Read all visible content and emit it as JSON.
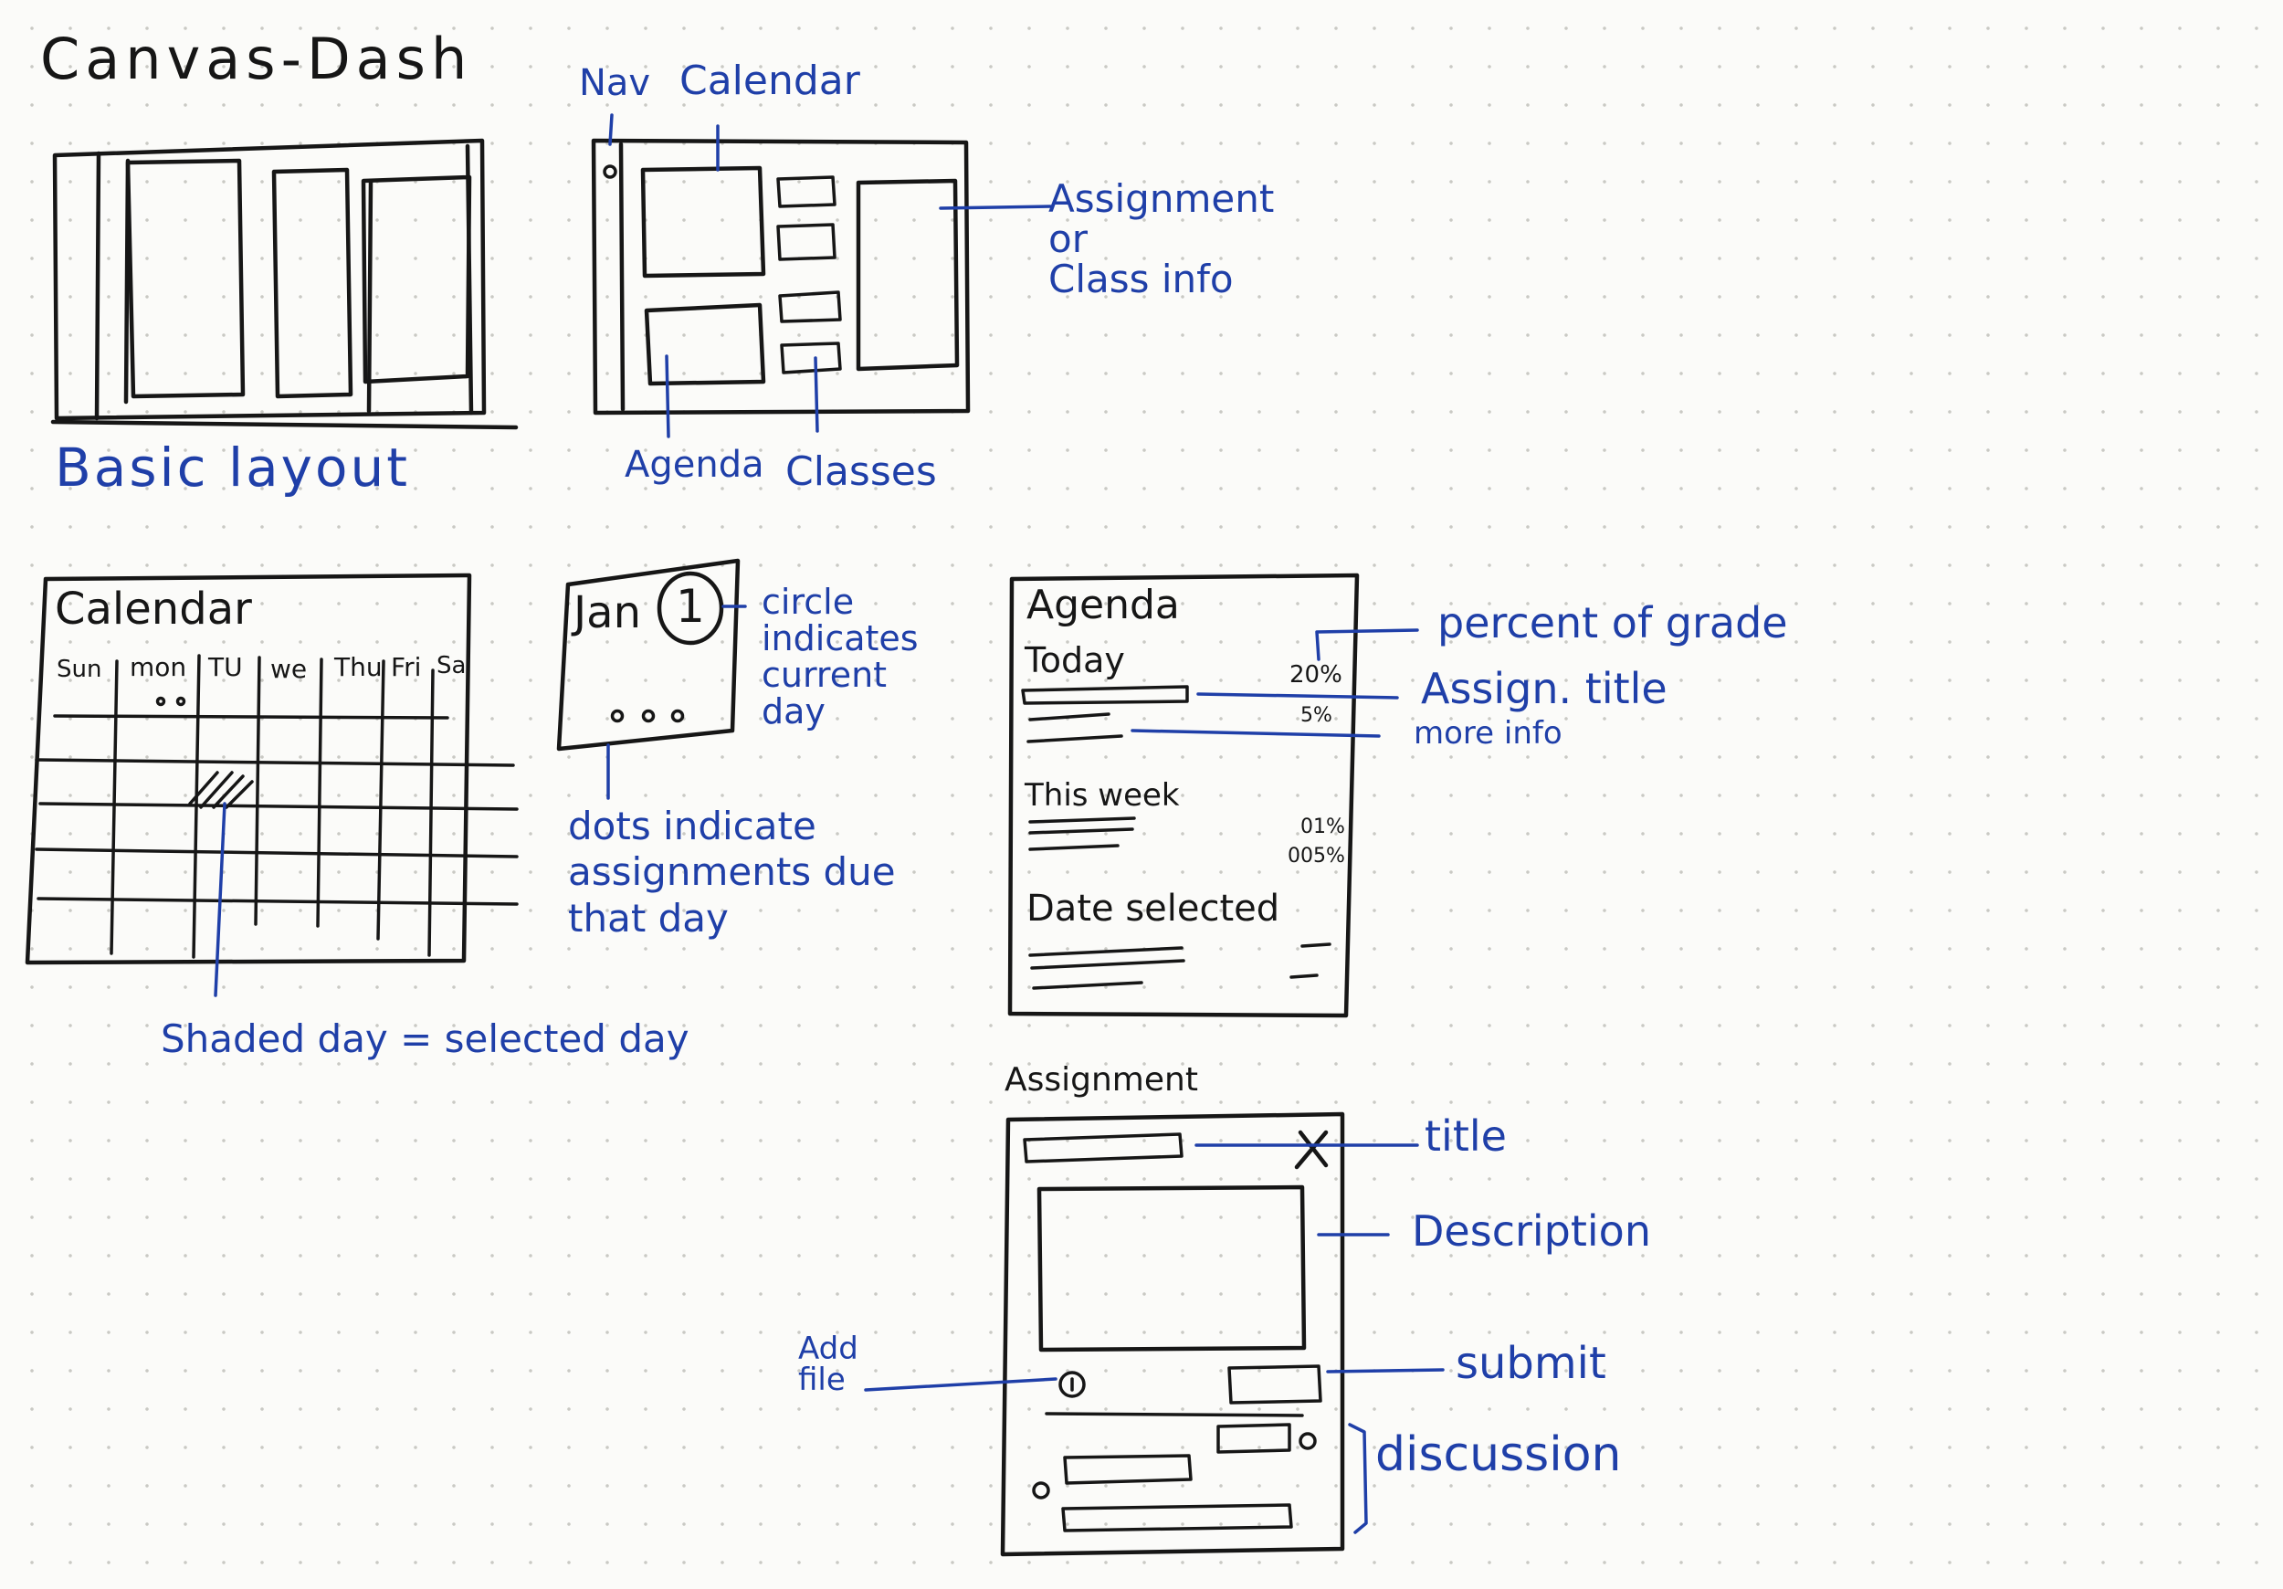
{
  "page_title": "Canvas-Dash",
  "basic_layout": {
    "label": "Basic layout"
  },
  "layout_annotated": {
    "nav": "Nav",
    "calendar": "Calendar",
    "assignment_info": "Assignment\nor\nClass info",
    "agenda": "Agenda",
    "classes": "Classes"
  },
  "calendar_sketch": {
    "title": "Calendar",
    "days": [
      "Sun",
      "mon",
      "TU",
      "we",
      "Thu",
      "Fri",
      "Sa"
    ],
    "note": "Shaded day = selected day"
  },
  "day_cell": {
    "month": "Jan",
    "day": "1",
    "circle_note": "circle\nindicates\ncurrent\nday",
    "dots_note": "dots indicate\nassignments due\nthat day"
  },
  "agenda_sketch": {
    "title": "Agenda",
    "sections": [
      "Today",
      "This week",
      "Date selected"
    ],
    "percent_values": [
      "20%",
      "5%",
      "01%",
      "005%"
    ],
    "notes": {
      "percent": "percent of grade",
      "title": "Assign. title",
      "more": "more info"
    }
  },
  "assignment_sketch": {
    "title": "Assignment",
    "close_glyph": "X",
    "notes": {
      "title": "title",
      "description": "Description",
      "submit": "submit",
      "discussion": "discussion",
      "add_file": "Add\nfile"
    }
  }
}
